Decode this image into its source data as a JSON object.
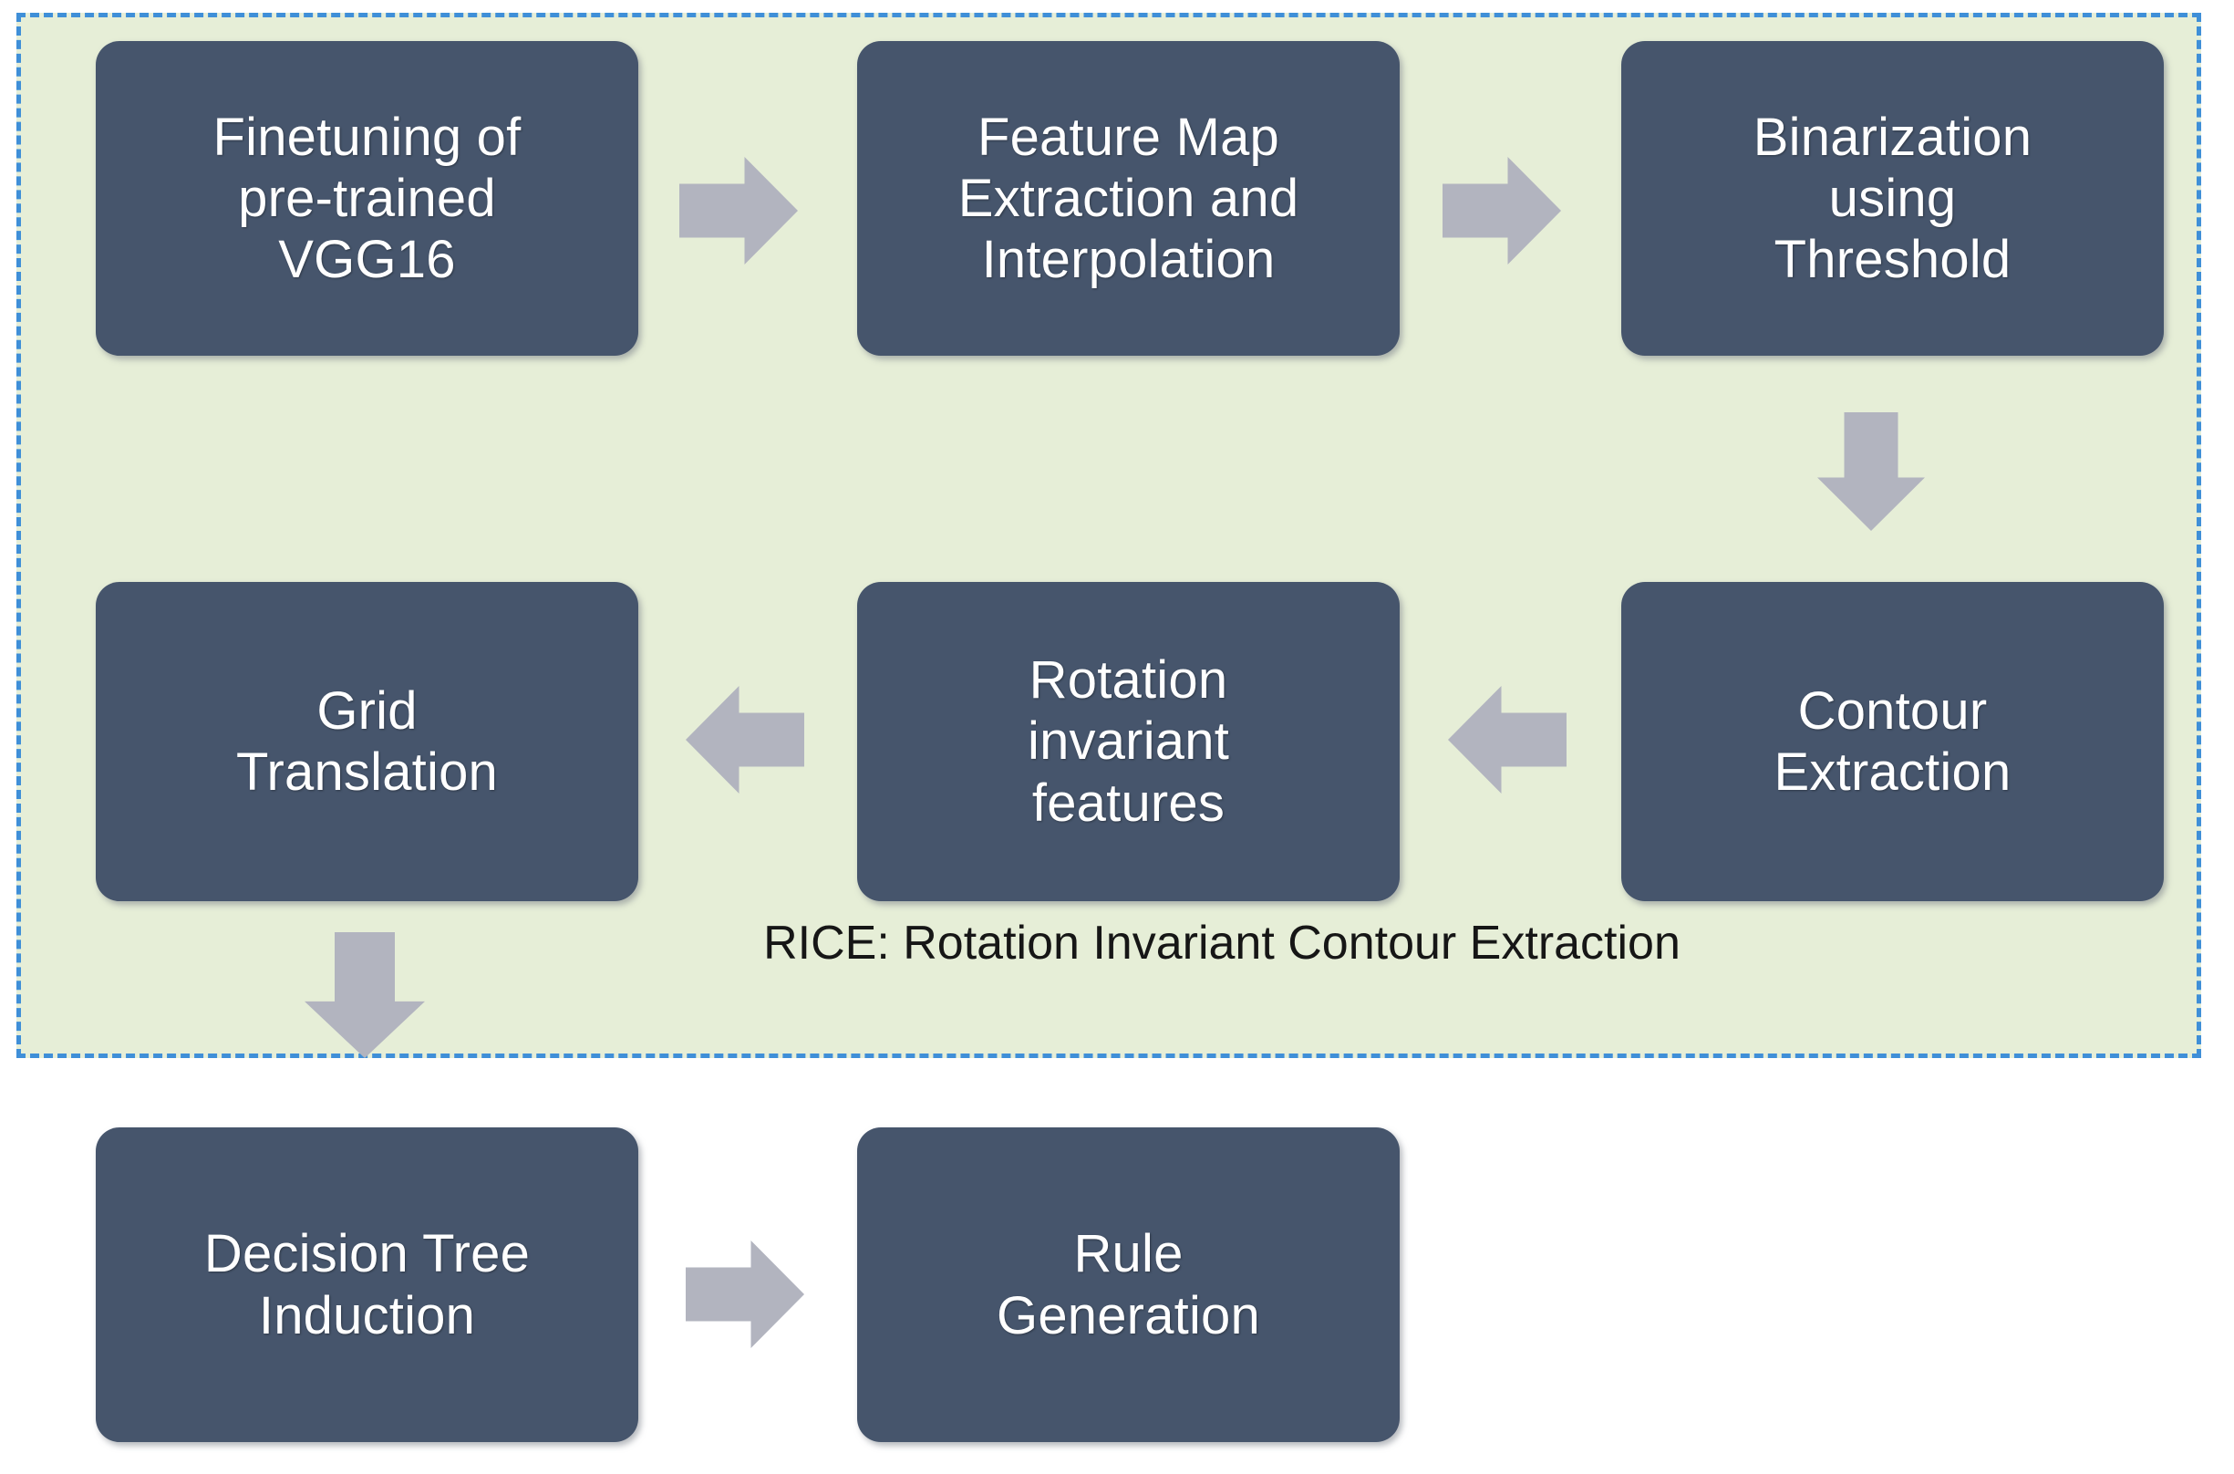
{
  "diagram": {
    "title": "RICE pipeline flowchart",
    "colors": {
      "box_fill": "#46556c",
      "box_text": "#ffffff",
      "panel_fill": "#e6eed7",
      "panel_border": "#3f8fd8",
      "arrow_fill": "#b2b4bf",
      "caption_text": "#161616",
      "page_background": "#ffffff"
    },
    "panel": {
      "name": "RICE",
      "border_style": "dashed",
      "caption": "RICE: Rotation Invariant Contour Extraction"
    },
    "nodes": [
      {
        "id": "finetune",
        "label": "Finetuning of\npre-trained\nVGG16",
        "row": 1,
        "col": 1,
        "inside_panel": true
      },
      {
        "id": "featuremap",
        "label": "Feature Map\nExtraction and\nInterpolation",
        "row": 1,
        "col": 2,
        "inside_panel": true
      },
      {
        "id": "binarization",
        "label": "Binarization\nusing\nThreshold",
        "row": 1,
        "col": 3,
        "inside_panel": true
      },
      {
        "id": "gridtrans",
        "label": "Grid\nTranslation",
        "row": 2,
        "col": 1,
        "inside_panel": true
      },
      {
        "id": "rotinv",
        "label": "Rotation\ninvariant\nfeatures",
        "row": 2,
        "col": 2,
        "inside_panel": true
      },
      {
        "id": "contour",
        "label": "Contour\nExtraction",
        "row": 2,
        "col": 3,
        "inside_panel": true
      },
      {
        "id": "dtinduction",
        "label": "Decision Tree\nInduction",
        "row": 3,
        "col": 1,
        "inside_panel": false
      },
      {
        "id": "rulegen",
        "label": "Rule\nGeneration",
        "row": 3,
        "col": 2,
        "inside_panel": false
      }
    ],
    "edges": [
      {
        "id": "arrow-1",
        "from": "finetune",
        "to": "featuremap",
        "direction": "right",
        "icon": "arrow-right-icon"
      },
      {
        "id": "arrow-2",
        "from": "featuremap",
        "to": "binarization",
        "direction": "right",
        "icon": "arrow-right-icon"
      },
      {
        "id": "arrow-3",
        "from": "binarization",
        "to": "contour",
        "direction": "down",
        "icon": "arrow-down-icon"
      },
      {
        "id": "arrow-4",
        "from": "contour",
        "to": "rotinv",
        "direction": "left",
        "icon": "arrow-left-icon"
      },
      {
        "id": "arrow-5",
        "from": "rotinv",
        "to": "gridtrans",
        "direction": "left",
        "icon": "arrow-left-icon"
      },
      {
        "id": "arrow-6",
        "from": "gridtrans",
        "to": "dtinduction",
        "direction": "down",
        "icon": "arrow-down-icon"
      },
      {
        "id": "arrow-7",
        "from": "dtinduction",
        "to": "rulegen",
        "direction": "right",
        "icon": "arrow-right-icon"
      }
    ]
  }
}
